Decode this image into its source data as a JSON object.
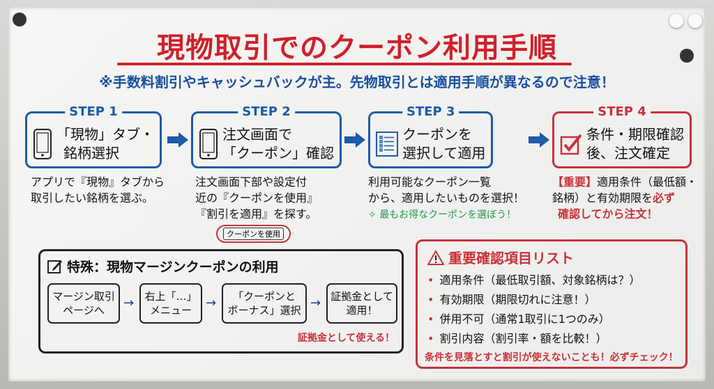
{
  "title": "現物取引でのクーポン利用手順",
  "subtitle": "※手数料割引やキャッシュバックが主。先物取引とは適用手順が異なるので注意！",
  "steps": [
    {
      "label": "STEP 1",
      "line1": "「現物」タブ・",
      "line2": "銘柄選択",
      "icon": "smartphone-icon",
      "desc": [
        "アプリで『現物』タブから",
        "取引したい銘柄を選ぶ。"
      ]
    },
    {
      "label": "STEP 2",
      "line1": "注文画面で",
      "line2": "「クーポン」確認",
      "icon": "smartphone-icon",
      "desc": [
        "注文画面下部や設定付",
        "近の『クーポンを使用』",
        "『割引を適用』を探す。"
      ],
      "button": "クーポンを使用"
    },
    {
      "label": "STEP 3",
      "line1": "クーポンを",
      "line2": "選択して適用",
      "icon": "list-icon",
      "desc": [
        "利用可能なクーポン一覧",
        "から、適用したいものを選択！"
      ],
      "tip": "最もお得なクーポンを選ぼう！"
    },
    {
      "label": "STEP 4",
      "line1": "条件・期限確認",
      "line2": "後、注文確定",
      "icon": "checkbox-icon",
      "desc_tag": "【重要】",
      "desc_a": "適用条件（最低額・",
      "desc_b": "銘柄）と有効期限を",
      "desc_red1": "必ず",
      "desc_red2": "確認してから注文！"
    }
  ],
  "special": {
    "title": "特殊：現物マージンクーポンの利用",
    "flow": [
      [
        "マージン取引",
        "ページへ"
      ],
      [
        "右上「…」",
        "メニュー"
      ],
      [
        "「クーポンと",
        "ボーナス」選択"
      ],
      [
        "証拠金として",
        "適用！"
      ]
    ],
    "note": "証拠金として使える！"
  },
  "checklist": {
    "title": "重要確認項目リスト",
    "items": [
      "適用条件（最低取引額、対象銘柄は？）",
      "有効期限（期限切れに注意！）",
      "併用不可（通常1取引に1つのみ）",
      "割引内容（割引率・額を比較！）"
    ],
    "warning": "条件を見落とすと割引が使えないことも！必ずチェック！"
  },
  "colors": {
    "red": "#d0212a",
    "blue": "#1e5aa8",
    "green": "#1e9a4a"
  }
}
